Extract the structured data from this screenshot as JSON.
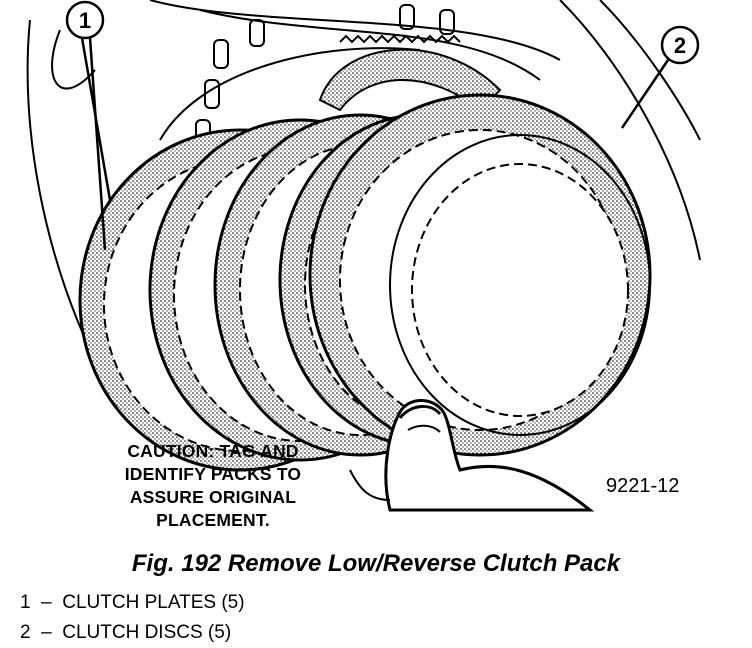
{
  "callouts": [
    {
      "number": "1"
    },
    {
      "number": "2"
    }
  ],
  "caution": {
    "lines": [
      "CAUTION: TAG AND",
      "IDENTIFY PACKS TO",
      "ASSURE ORIGINAL",
      "PLACEMENT."
    ]
  },
  "figure_code": "9221-12",
  "caption": "Fig. 192 Remove Low/Reverse Clutch Pack",
  "legend": [
    {
      "text": "1  –  CLUTCH PLATES (5)"
    },
    {
      "text": "2  –  CLUTCH DISCS (5)"
    }
  ]
}
